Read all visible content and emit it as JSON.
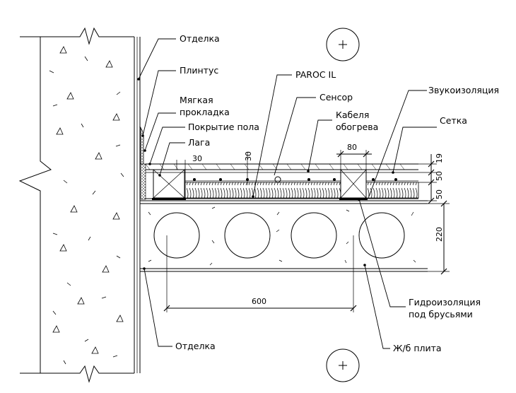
{
  "labels": {
    "otdelka_top": "Отделка",
    "plintus": "Плинтус",
    "myagkaya_1": "Мягкая",
    "myagkaya_2": "прокладка",
    "pokrytie": "Покрытие пола",
    "laga": "Лага",
    "paroc": "PAROC IL",
    "sensor": "Сенсор",
    "kabelya_1": "Кабеля",
    "kabelya_2": "обогрева",
    "zvukoizolyaciya": "Звукоизоляция",
    "setka": "Сетка",
    "gidro_1": "Гидроизоляция",
    "gidro_2": "под брусьями",
    "zhb_plita": "Ж/б плита",
    "otdelka_bottom": "Отделка"
  },
  "dimensions": {
    "d30a": "30",
    "d30b": "30",
    "d80": "80",
    "d19": "19",
    "d50a": "50",
    "d50b": "50",
    "d220": "220",
    "d600": "600"
  }
}
